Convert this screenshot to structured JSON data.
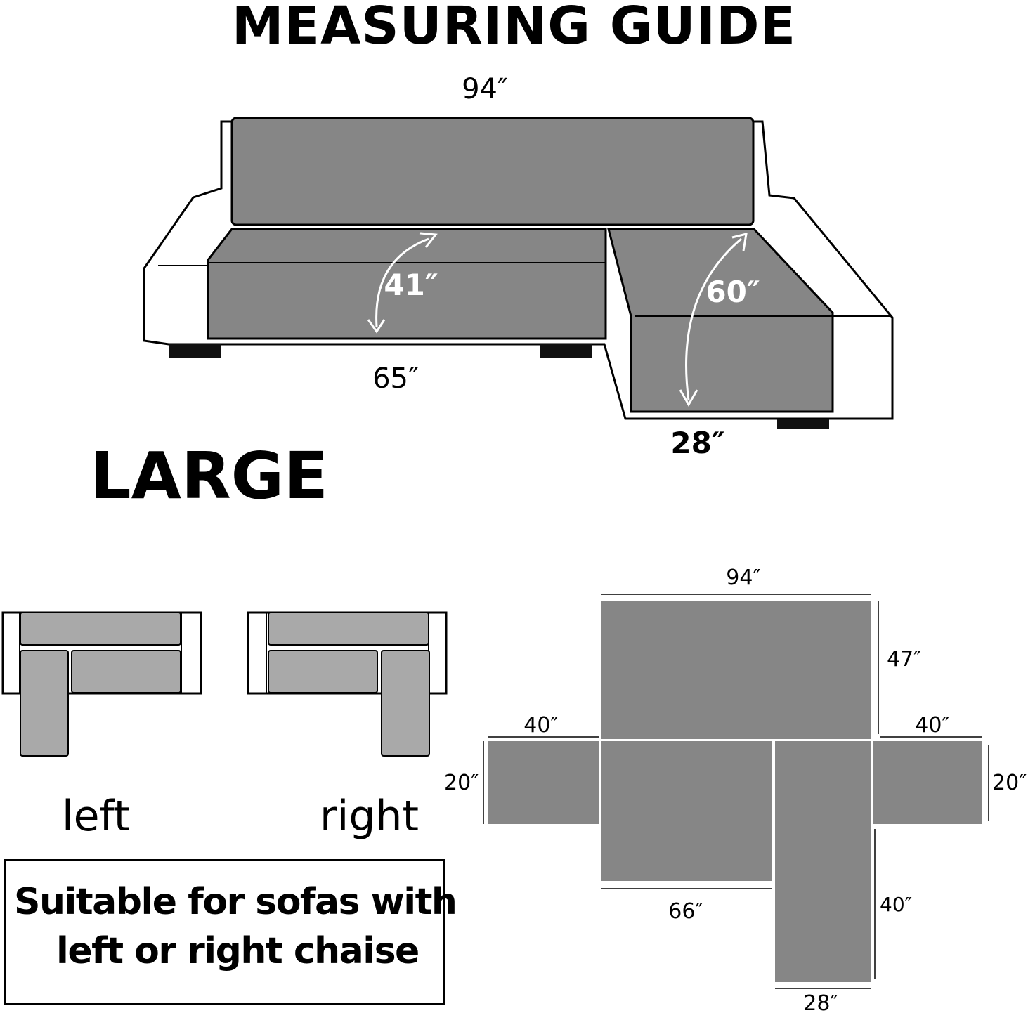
{
  "title": "MEASURING GUIDE",
  "size": "LARGE",
  "sofa": {
    "back_width": "94″",
    "seat_depth": "41″",
    "chaise_length": "60″",
    "seat_width": "65″",
    "chaise_width": "28″"
  },
  "orientation": {
    "left_label": "left",
    "right_label": "right"
  },
  "note": {
    "line1": "Suitable for sofas with",
    "line2": "left or right chaise"
  },
  "layout": {
    "backrest_width": "94″",
    "backrest_height": "47″",
    "left_arm_width": "40″",
    "left_arm_height": "20″",
    "right_arm_width": "40″",
    "right_arm_height": "20″",
    "seat_width": "66″",
    "chaise_length": "40″",
    "chaise_width": "28″"
  },
  "colors": {
    "panel_dark": "#868686",
    "panel_light": "#a9a9a9",
    "outline": "#000000",
    "sofa_frame": "#ffffff",
    "leg": "#111111"
  }
}
